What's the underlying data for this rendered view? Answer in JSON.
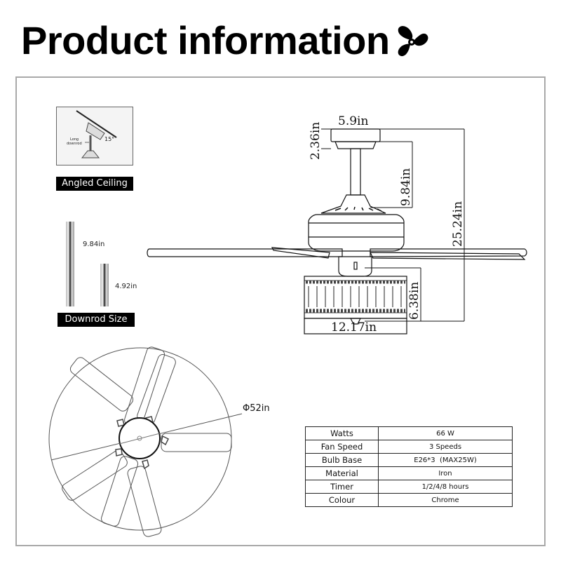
{
  "header": {
    "title": "Product information",
    "icon": "fan-propeller-icon"
  },
  "angled_ceiling": {
    "label": "Angled Ceiling",
    "inset_label_1": "Long",
    "inset_label_2": "downrod",
    "angle": "15°"
  },
  "downrod": {
    "label": "Downrod Size",
    "rods": [
      {
        "length": "9.84in"
      },
      {
        "length": "4.92in"
      }
    ]
  },
  "side_view": {
    "dimensions": {
      "canopy_width": "5.9in",
      "canopy_height": "2.36in",
      "downrod_length": "9.84in",
      "total_height": "25.24in",
      "light_height": "6.38in",
      "light_width": "12.17in"
    }
  },
  "top_view": {
    "diameter": "Φ52in",
    "blade_count": 5
  },
  "specs": {
    "rows": [
      {
        "key": "Watts",
        "value": "66 W"
      },
      {
        "key": "Fan Speed",
        "value": "3 Speeds"
      },
      {
        "key": "Bulb Base",
        "value": "E26*3  (MAX25W)"
      },
      {
        "key": "Material",
        "value": "Iron"
      },
      {
        "key": "Timer",
        "value": "1/2/4/8 hours"
      },
      {
        "key": "Colour",
        "value": "Chrome"
      }
    ]
  },
  "colors": {
    "ink": "#111111",
    "frame": "#a9a9a9",
    "label_bg": "#000000",
    "label_text": "#ffffff"
  }
}
